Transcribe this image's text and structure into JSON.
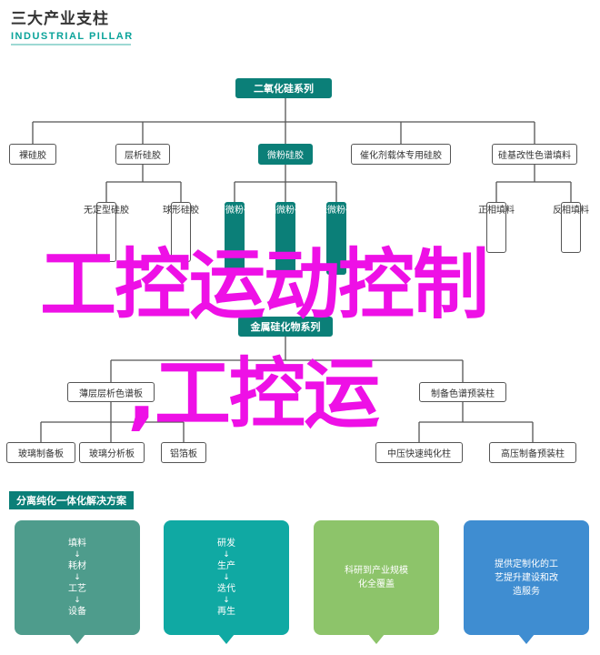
{
  "brand": {
    "name_cn": "三大产业支柱",
    "name_en": "INDUSTRIAL PILLAR"
  },
  "diagram": {
    "root": "二氧化硅系列",
    "level1": [
      "裸硅胶",
      "层析硅胶",
      "微粉硅胶",
      "催化剂载体专用硅胶",
      "硅基改性色谱填料"
    ],
    "level2_left": [
      "无定型硅胶",
      "球形硅胶"
    ],
    "level2_mid": [
      "医药微粉硅胶",
      "食品微粉硅胶",
      "纳米微粉硅胶"
    ],
    "level2_right": [
      "正相填料",
      "反相填料"
    ],
    "sub_root": "金属硅化物系列",
    "sub_level1": [
      "薄层层析色谱板",
      "制备色谱预装柱"
    ],
    "sub_level2": [
      "玻璃制备板",
      "玻璃分析板",
      "铝箔板",
      "中压快速纯化柱",
      "高压制备预装柱"
    ]
  },
  "overlay": {
    "line1": "工控运动控制",
    "line2": ",工控运"
  },
  "solutions": {
    "title": "分离纯化一体化解决方案",
    "cards": [
      {
        "lines": [
          "填料",
          "↓",
          "耗材",
          "↓",
          "工艺",
          "↓",
          "设备"
        ],
        "color": "#4e9c8c"
      },
      {
        "lines": [
          "研发",
          "↓",
          "生产",
          "↓",
          "迭代",
          "↓",
          "再生"
        ],
        "color": "#10a9a3"
      },
      {
        "lines": [
          "科研到产业规模",
          "化全覆盖"
        ],
        "color": "#8dc46a"
      },
      {
        "lines": [
          "提供定制化的工",
          "艺提升建设和改",
          "造服务"
        ],
        "color": "#3f8dd1"
      }
    ]
  },
  "colors": {
    "teal": "#0b7f78",
    "magenta": "#ee10e6"
  }
}
